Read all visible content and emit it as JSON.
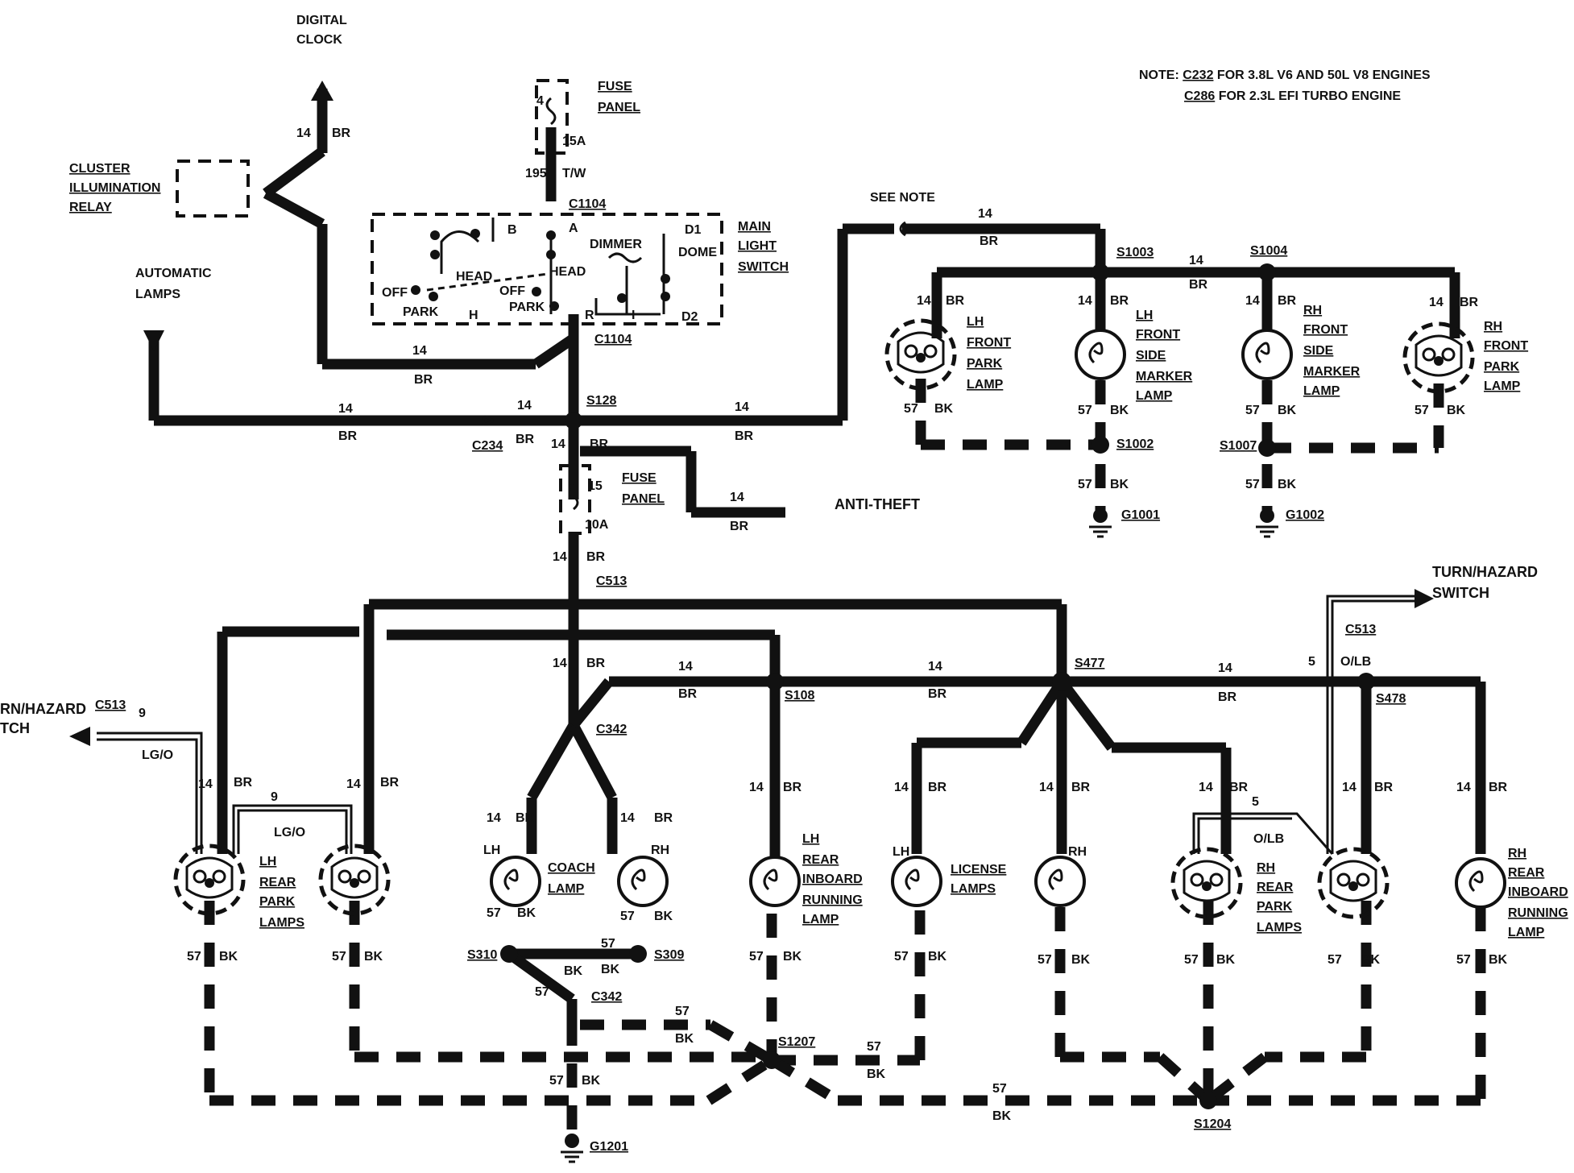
{
  "note": {
    "line1_prefix": "NOTE: ",
    "line1_conn": "C232",
    "line1_rest": " FOR 3.8L V6 AND 50L V8 ENGINES",
    "line2_conn": "C286",
    "line2_rest": " FOR 2.3L EFI TURBO ENGINE"
  },
  "labels": {
    "digital_clock_1": "DIGITAL",
    "digital_clock_2": "CLOCK",
    "cluster_1": "CLUSTER",
    "cluster_2": "ILLUMINATION",
    "cluster_3": "RELAY",
    "auto_1": "AUTOMATIC",
    "auto_2": "LAMPS",
    "fuse_1": "FUSE",
    "fuse_2": "PANEL",
    "fuse_num1": "4",
    "fuse_amp1": "15A",
    "fuse_num2": "15",
    "fuse_amp2": "10A",
    "main_1": "MAIN",
    "main_2": "LIGHT",
    "main_3": "SWITCH",
    "see_note": "SEE NOTE",
    "anti_theft": "ANTI-THEFT",
    "turn_hazard_1": "TURN/HAZARD",
    "turn_hazard_2": "SWITCH",
    "turn_hazard_left_1": "RN/HAZARD",
    "turn_hazard_left_2": "TCH",
    "sw_b": "B",
    "sw_a": "A",
    "sw_d1": "D1",
    "sw_dome": "DOME",
    "sw_dimmer": "DIMMER",
    "sw_head1": "HEAD",
    "sw_head2": "HEAD",
    "sw_off1": "OFF",
    "sw_off2": "OFF",
    "sw_park1": "PARK",
    "sw_park2": "PARK",
    "sw_h": "H",
    "sw_r": "R",
    "sw_i": "I",
    "sw_d2": "D2",
    "lh": "LH",
    "rh": "RH",
    "lh_front_park": [
      "LH",
      "FRONT",
      "PARK",
      "LAMP"
    ],
    "lh_front_side": [
      "LH",
      "FRONT",
      "SIDE",
      "MARKER",
      "LAMP"
    ],
    "rh_front_side": [
      "RH",
      "FRONT",
      "SIDE",
      "MARKER",
      "LAMP"
    ],
    "rh_front_park": [
      "RH",
      "FRONT",
      "PARK",
      "LAMP"
    ],
    "lh_rear_park": [
      "LH",
      "REAR",
      "PARK",
      "LAMPS"
    ],
    "coach_lamp": [
      "COACH",
      "LAMP"
    ],
    "lh_rear_inboard": [
      "LH",
      "REAR",
      "INBOARD",
      "RUNNING",
      "LAMP"
    ],
    "license_lamps": [
      "LICENSE",
      "LAMPS"
    ],
    "rh_rear_park": [
      "RH",
      "REAR",
      "PARK",
      "LAMPS"
    ],
    "rh_rear_inboard": [
      "RH",
      "REAR",
      "INBOARD",
      "RUNNING",
      "LAMP"
    ]
  },
  "connectors": {
    "c1104a": "C1104",
    "c1104b": "C1104",
    "c234": "C234",
    "c513a": "C513",
    "c513b": "C513",
    "c513c": "C513",
    "c342a": "C342",
    "c342b": "C342"
  },
  "splices": {
    "s128": "S128",
    "s1003": "S1003",
    "s1004": "S1004",
    "s1002": "S1002",
    "s1007": "S1007",
    "s477": "S477",
    "s108": "S108",
    "s478": "S478",
    "s310": "S310",
    "s309": "S309",
    "s1207": "S1207",
    "s1204": "S1204"
  },
  "grounds": {
    "g1001": "G1001",
    "g1002": "G1002",
    "g1201": "G1201"
  },
  "wire": {
    "br": "BR",
    "bk": "BK",
    "tw": "T/W",
    "lgo": "LG/O",
    "olb": "O/LB",
    "c14": "14",
    "c57": "57",
    "c195": "195",
    "c9": "9",
    "c5": "5"
  }
}
